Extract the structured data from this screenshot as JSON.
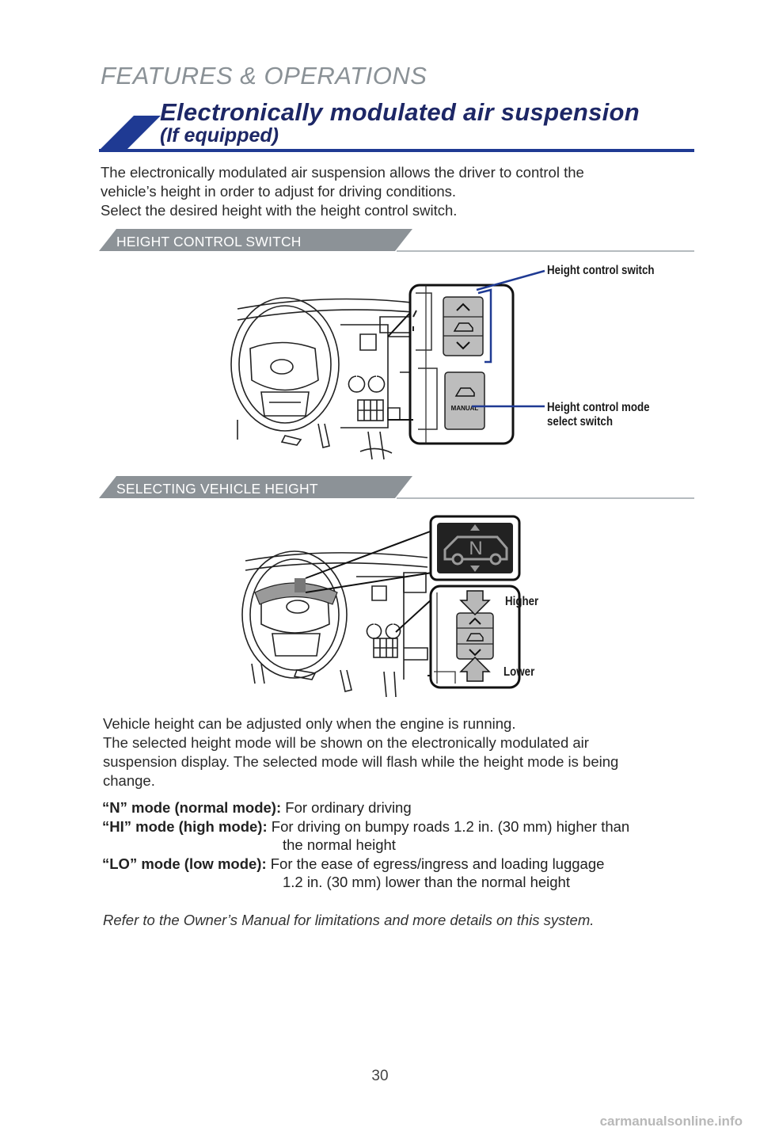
{
  "section": "FEATURES & OPERATIONS",
  "title": "Electronically modulated air suspension",
  "subtitle": "(If equipped)",
  "intro": [
    "The electronically modulated air suspension allows the driver to control the",
    "vehicle’s height in order to adjust for driving conditions.",
    "Select the desired height with the height control switch."
  ],
  "band1": "HEIGHT CONTROL SWITCH",
  "band2": "SELECTING VEHICLE HEIGHT",
  "fig1": {
    "callout_switch": "Height control switch",
    "callout_mode": [
      "Height control mode",
      "select switch"
    ],
    "manual_label": "MANUAL"
  },
  "fig2": {
    "display_letter": "N",
    "higher": "Higher",
    "lower": "Lower"
  },
  "body2": [
    "Vehicle height can be adjusted only when the engine is running.",
    "The selected height mode will be shown on the electronically modulated air",
    "suspension display. The selected mode will flash while the height mode is being",
    "change."
  ],
  "modes": [
    {
      "label": "“N” mode (normal mode):",
      "lines": [
        "For ordinary driving"
      ]
    },
    {
      "label": "“HI” mode (high mode):",
      "lines": [
        "For driving on bumpy roads 1.2 in. (30 mm) higher than",
        "the normal height"
      ]
    },
    {
      "label": "“LO” mode (low mode):",
      "lines": [
        "For the ease of egress/ingress and loading luggage",
        "1.2 in. (30 mm) lower than the normal height"
      ]
    }
  ],
  "footnote": "Refer to the Owner’s Manual for limitations and more details on this system.",
  "page_number": "30",
  "watermark": "carmanualsonline.info",
  "colors": {
    "navy": "#1d2766",
    "blue": "#1f3a93",
    "gray_band": "#8c9297",
    "rule": "#b5bbbf"
  }
}
